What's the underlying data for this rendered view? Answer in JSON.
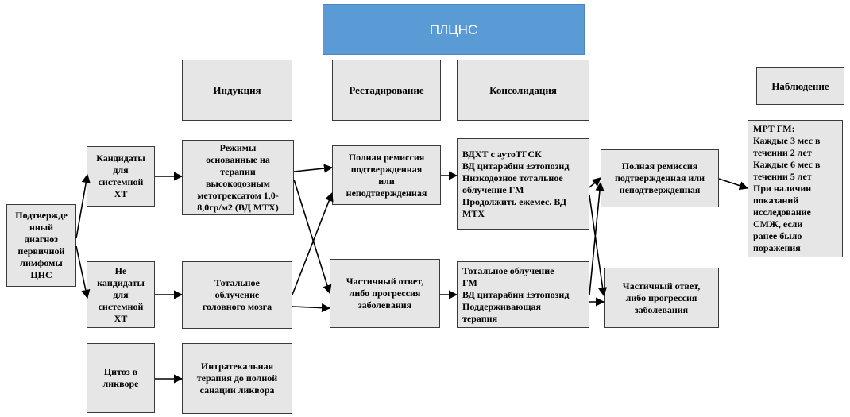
{
  "title": "ПЛЦНС",
  "stages": {
    "induction": "Индукция",
    "restaging": "Рестадирование",
    "consolidation": "Консолидация",
    "observation": "Наблюдение"
  },
  "boxes": {
    "confirmed_diagnosis": [
      "Подтвержде",
      "нный",
      "диагноз",
      "первичной",
      "лимфомы",
      "ЦНС"
    ],
    "systemic_candidates": [
      "Кандидаты",
      "для",
      "системной",
      "ХТ"
    ],
    "not_systemic_candidates": [
      "Не",
      "кандидаты",
      "для",
      "системной",
      "ХТ"
    ],
    "csf_cytosis": [
      "Цитоз в",
      "ликворе"
    ],
    "hd_mtx_regimens": [
      "Режимы",
      "основанные на",
      "терапии",
      "высокодозным",
      "метотрексатом 1,0-",
      "8,0гр/м2 (ВД МТХ)"
    ],
    "whole_brain_rt": [
      "Тотальное",
      "облучение",
      "головного мозга"
    ],
    "intrathecal": [
      "Интратекальная",
      "терапия до полной",
      "санации ликвора"
    ],
    "complete_remission_1": [
      "Полная ремиссия",
      "подтвержденная",
      "или",
      "неподтвержденная"
    ],
    "partial_response_1": [
      "Частичный ответ,",
      "либо прогрессия",
      "заболевания"
    ],
    "consolidation_1": [
      "ВДХТ с аутоТГСК",
      "ВД цитарабин ±этопозид",
      "Низкодозное тотальное",
      "облучение ГМ",
      "Продолжить ежемес. ВД",
      "МТХ"
    ],
    "consolidation_2": [
      "Тотальное облучение",
      "ГМ",
      "ВД цитарабин ±этопозид",
      "Поддерживающая",
      "терапия"
    ],
    "complete_remission_2": [
      "Полная ремиссия",
      "подтвержденная или",
      "неподтвержденная"
    ],
    "partial_response_2": [
      "Частичный ответ,",
      "либо прогрессия",
      "заболевания"
    ],
    "observation_details": [
      "МРТ ГМ:",
      "Каждые 3 мес в",
      "течении 2 лет",
      "Каждые 6 мес в",
      "течении 5 лет",
      "При наличии",
      "показаний",
      "исследование",
      "СМЖ, если",
      "ранее было",
      "поражения"
    ]
  },
  "colors": {
    "title_fill": "#5b9bd5",
    "title_text": "#ffffff",
    "box_fill": "#e6e6e6",
    "box_border": "#3a3a3a",
    "arrow": "#000000"
  }
}
